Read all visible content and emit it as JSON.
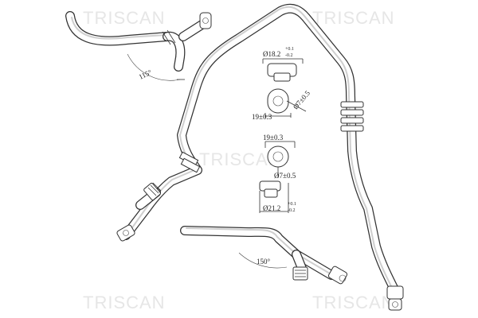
{
  "watermarks": [
    "TRISCAN",
    "TRISCAN",
    "TRISCAN",
    "TRISCAN"
  ],
  "angles": {
    "upper": "115°",
    "lower": "150°"
  },
  "dims": {
    "flange_top": {
      "main": "Ø18.2",
      "tol_top": "+0.1",
      "tol_bottom": "-0.2"
    },
    "ring_top_bore": "Ø7±0.5",
    "ring_top_width": "19±0.3",
    "ring_bottom_width": "19±0.3",
    "ring_bottom_bore": "Ø7±0.5",
    "flange_bottom": {
      "main": "Ø21.2",
      "tol_top": "+0.1",
      "tol_bottom": "-0.2"
    }
  }
}
